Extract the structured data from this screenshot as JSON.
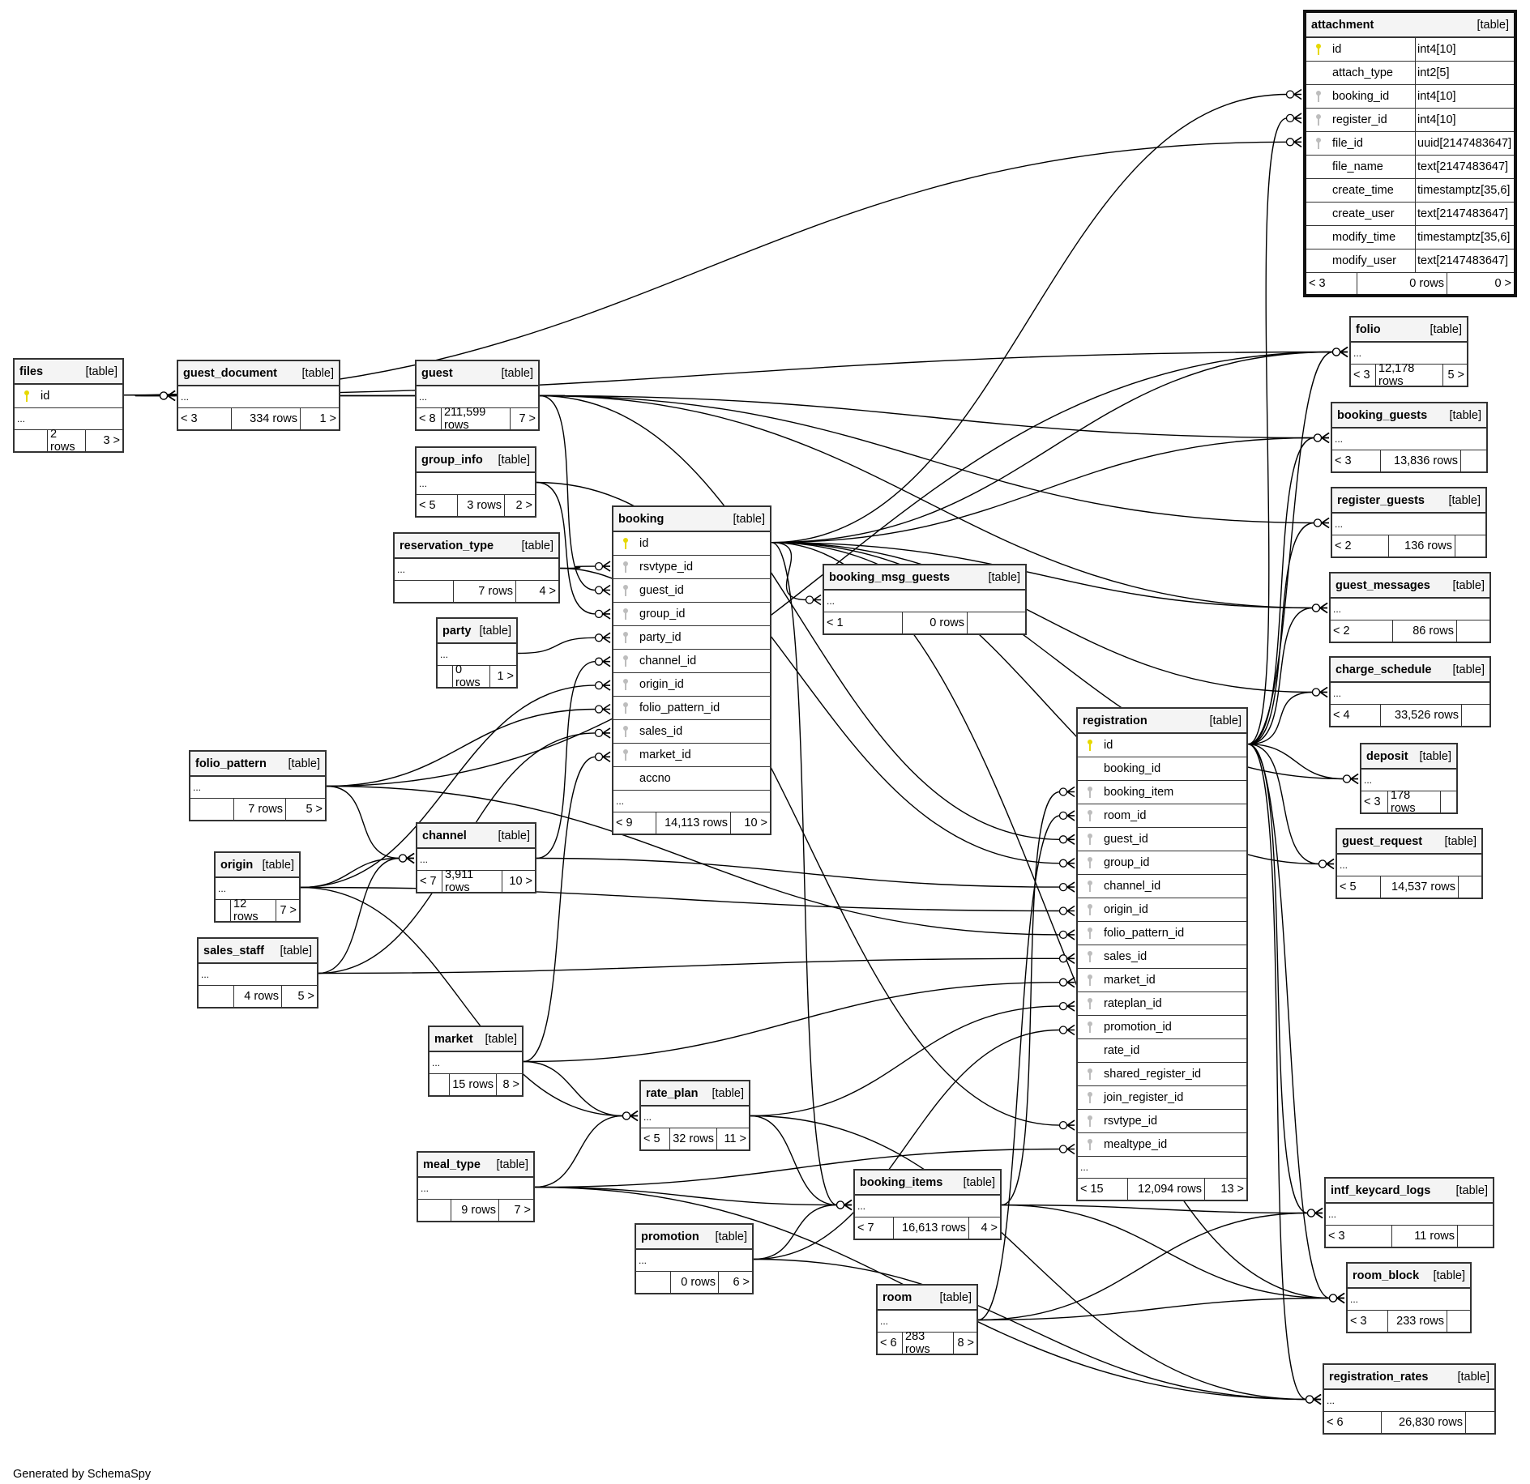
{
  "title": "SchemaSpy relationships diagram",
  "generated_by": "Generated by SchemaSpy",
  "table_tag": "[table]",
  "colors": {
    "primary_key": "#e6d800",
    "foreign_key": "#bdbdbd",
    "header_bg": "#f4f4f4",
    "border": "#333333"
  },
  "tables": {
    "attachment": {
      "name": "attachment",
      "columns": [
        {
          "name": "id",
          "type": "int4[10]",
          "key": "pk"
        },
        {
          "name": "attach_type",
          "type": "int2[5]",
          "key": ""
        },
        {
          "name": "booking_id",
          "type": "int4[10]",
          "key": "fk"
        },
        {
          "name": "register_id",
          "type": "int4[10]",
          "key": "fk"
        },
        {
          "name": "file_id",
          "type": "uuid[2147483647]",
          "key": "fk"
        },
        {
          "name": "file_name",
          "type": "text[2147483647]",
          "key": ""
        },
        {
          "name": "create_time",
          "type": "timestamptz[35,6]",
          "key": ""
        },
        {
          "name": "create_user",
          "type": "text[2147483647]",
          "key": ""
        },
        {
          "name": "modify_time",
          "type": "timestamptz[35,6]",
          "key": ""
        },
        {
          "name": "modify_user",
          "type": "text[2147483647]",
          "key": ""
        }
      ],
      "parents": "< 3",
      "rows": "0 rows",
      "children": "0 >"
    },
    "files": {
      "name": "files",
      "columns": [
        {
          "name": "id",
          "key": "pk"
        }
      ],
      "more": "...",
      "parents": "",
      "rows": "2 rows",
      "children": "3 >"
    },
    "guest_document": {
      "name": "guest_document",
      "more": "...",
      "parents": "< 3",
      "rows": "334 rows",
      "children": "1 >"
    },
    "guest": {
      "name": "guest",
      "more": "...",
      "parents": "< 8",
      "rows": "211,599 rows",
      "children": "7 >"
    },
    "group_info": {
      "name": "group_info",
      "more": "...",
      "parents": "< 5",
      "rows": "3 rows",
      "children": "2 >"
    },
    "reservation_type": {
      "name": "reservation_type",
      "more": "...",
      "parents": "",
      "rows": "7 rows",
      "children": "4 >"
    },
    "party": {
      "name": "party",
      "more": "...",
      "parents": "",
      "rows": "0 rows",
      "children": "1 >"
    },
    "booking": {
      "name": "booking",
      "columns": [
        {
          "name": "id",
          "key": "pk"
        },
        {
          "name": "rsvtype_id",
          "key": "fk"
        },
        {
          "name": "guest_id",
          "key": "fk"
        },
        {
          "name": "group_id",
          "key": "fk"
        },
        {
          "name": "party_id",
          "key": "fk"
        },
        {
          "name": "channel_id",
          "key": "fk"
        },
        {
          "name": "origin_id",
          "key": "fk"
        },
        {
          "name": "folio_pattern_id",
          "key": "fk"
        },
        {
          "name": "sales_id",
          "key": "fk"
        },
        {
          "name": "market_id",
          "key": "fk"
        },
        {
          "name": "accno",
          "key": ""
        }
      ],
      "more": "...",
      "parents": "< 9",
      "rows": "14,113 rows",
      "children": "10 >"
    },
    "booking_msg_guests": {
      "name": "booking_msg_guests",
      "more": "...",
      "parents": "< 1",
      "rows": "0 rows",
      "children": ""
    },
    "folio_pattern": {
      "name": "folio_pattern",
      "more": "...",
      "parents": "",
      "rows": "7 rows",
      "children": "5 >"
    },
    "origin": {
      "name": "origin",
      "more": "...",
      "parents": "",
      "rows": "12 rows",
      "children": "7 >"
    },
    "channel": {
      "name": "channel",
      "more": "...",
      "parents": "< 7",
      "rows": "3,911 rows",
      "children": "10 >"
    },
    "sales_staff": {
      "name": "sales_staff",
      "more": "...",
      "parents": "",
      "rows": "4 rows",
      "children": "5 >"
    },
    "market": {
      "name": "market",
      "more": "...",
      "parents": "",
      "rows": "15 rows",
      "children": "8 >"
    },
    "rate_plan": {
      "name": "rate_plan",
      "more": "...",
      "parents": "< 5",
      "rows": "32 rows",
      "children": "11 >"
    },
    "meal_type": {
      "name": "meal_type",
      "more": "...",
      "parents": "",
      "rows": "9 rows",
      "children": "7 >"
    },
    "promotion": {
      "name": "promotion",
      "more": "...",
      "parents": "",
      "rows": "0 rows",
      "children": "6 >"
    },
    "booking_items": {
      "name": "booking_items",
      "more": "...",
      "parents": "< 7",
      "rows": "16,613 rows",
      "children": "4 >"
    },
    "room": {
      "name": "room",
      "more": "...",
      "parents": "< 6",
      "rows": "283 rows",
      "children": "8 >"
    },
    "registration": {
      "name": "registration",
      "columns": [
        {
          "name": "id",
          "key": "pk"
        },
        {
          "name": "booking_id",
          "key": ""
        },
        {
          "name": "booking_item",
          "key": "fk"
        },
        {
          "name": "room_id",
          "key": "fk"
        },
        {
          "name": "guest_id",
          "key": "fk"
        },
        {
          "name": "group_id",
          "key": "fk"
        },
        {
          "name": "channel_id",
          "key": "fk"
        },
        {
          "name": "origin_id",
          "key": "fk"
        },
        {
          "name": "folio_pattern_id",
          "key": "fk"
        },
        {
          "name": "sales_id",
          "key": "fk"
        },
        {
          "name": "market_id",
          "key": "fk"
        },
        {
          "name": "rateplan_id",
          "key": "fk"
        },
        {
          "name": "promotion_id",
          "key": "fk"
        },
        {
          "name": "rate_id",
          "key": ""
        },
        {
          "name": "shared_register_id",
          "key": "fk"
        },
        {
          "name": "join_register_id",
          "key": "fk"
        },
        {
          "name": "rsvtype_id",
          "key": "fk"
        },
        {
          "name": "mealtype_id",
          "key": "fk"
        }
      ],
      "more": "...",
      "parents": "< 15",
      "rows": "12,094 rows",
      "children": "13 >"
    },
    "folio": {
      "name": "folio",
      "more": "...",
      "parents": "< 3",
      "rows": "12,178 rows",
      "children": "5 >"
    },
    "booking_guests": {
      "name": "booking_guests",
      "more": "...",
      "parents": "< 3",
      "rows": "13,836 rows",
      "children": ""
    },
    "register_guests": {
      "name": "register_guests",
      "more": "...",
      "parents": "< 2",
      "rows": "136 rows",
      "children": ""
    },
    "guest_messages": {
      "name": "guest_messages",
      "more": "...",
      "parents": "< 2",
      "rows": "86 rows",
      "children": ""
    },
    "charge_schedule": {
      "name": "charge_schedule",
      "more": "...",
      "parents": "< 4",
      "rows": "33,526 rows",
      "children": ""
    },
    "deposit": {
      "name": "deposit",
      "more": "...",
      "parents": "< 3",
      "rows": "178 rows",
      "children": ""
    },
    "guest_request": {
      "name": "guest_request",
      "more": "...",
      "parents": "< 5",
      "rows": "14,537 rows",
      "children": ""
    },
    "intf_keycard_logs": {
      "name": "intf_keycard_logs",
      "more": "...",
      "parents": "< 3",
      "rows": "11 rows",
      "children": ""
    },
    "room_block": {
      "name": "room_block",
      "more": "...",
      "parents": "< 3",
      "rows": "233 rows",
      "children": ""
    },
    "registration_rates": {
      "name": "registration_rates",
      "more": "...",
      "parents": "< 6",
      "rows": "26,830 rows",
      "children": ""
    }
  },
  "relationships": [
    {
      "from": "files.id",
      "to": "attachment.file_id"
    },
    {
      "from": "files.id",
      "to": "guest_document"
    },
    {
      "from": "files.id",
      "to": "folio"
    },
    {
      "from": "guest",
      "to": "guest_document"
    },
    {
      "from": "guest",
      "to": "booking.guest_id"
    },
    {
      "from": "guest",
      "to": "registration.guest_id"
    },
    {
      "from": "guest",
      "to": "booking_guests"
    },
    {
      "from": "guest",
      "to": "register_guests"
    },
    {
      "from": "guest",
      "to": "guest_messages"
    },
    {
      "from": "guest",
      "to": "guest_document"
    },
    {
      "from": "group_info",
      "to": "booking.group_id"
    },
    {
      "from": "group_info",
      "to": "registration.group_id"
    },
    {
      "from": "reservation_type",
      "to": "booking.rsvtype_id"
    },
    {
      "from": "reservation_type",
      "to": "registration.rsvtype_id"
    },
    {
      "from": "party",
      "to": "booking.party_id"
    },
    {
      "from": "booking.id",
      "to": "attachment.booking_id"
    },
    {
      "from": "booking.id",
      "to": "folio"
    },
    {
      "from": "booking.id",
      "to": "booking_guests"
    },
    {
      "from": "booking.id",
      "to": "booking_msg_guests"
    },
    {
      "from": "booking.id",
      "to": "guest_messages"
    },
    {
      "from": "booking.id",
      "to": "charge_schedule"
    },
    {
      "from": "booking.id",
      "to": "deposit"
    },
    {
      "from": "booking.id",
      "to": "booking_items"
    },
    {
      "from": "booking.id",
      "to": "guest_request"
    },
    {
      "from": "booking.id",
      "to": "room_block"
    },
    {
      "from": "folio_pattern",
      "to": "booking.folio_pattern_id"
    },
    {
      "from": "folio_pattern",
      "to": "registration.folio_pattern_id"
    },
    {
      "from": "folio_pattern",
      "to": "channel"
    },
    {
      "from": "folio_pattern",
      "to": "folio"
    },
    {
      "from": "origin",
      "to": "booking.origin_id"
    },
    {
      "from": "origin",
      "to": "registration.origin_id"
    },
    {
      "from": "origin",
      "to": "channel"
    },
    {
      "from": "origin",
      "to": "rate_plan"
    },
    {
      "from": "channel",
      "to": "booking.channel_id"
    },
    {
      "from": "channel",
      "to": "registration.channel_id"
    },
    {
      "from": "sales_staff",
      "to": "booking.sales_id"
    },
    {
      "from": "sales_staff",
      "to": "registration.sales_id"
    },
    {
      "from": "sales_staff",
      "to": "channel"
    },
    {
      "from": "market",
      "to": "booking.market_id"
    },
    {
      "from": "market",
      "to": "registration.market_id"
    },
    {
      "from": "market",
      "to": "rate_plan"
    },
    {
      "from": "rate_plan",
      "to": "registration.rateplan_id"
    },
    {
      "from": "rate_plan",
      "to": "booking_items"
    },
    {
      "from": "rate_plan",
      "to": "registration_rates"
    },
    {
      "from": "meal_type",
      "to": "registration.mealtype_id"
    },
    {
      "from": "meal_type",
      "to": "rate_plan"
    },
    {
      "from": "meal_type",
      "to": "booking_items"
    },
    {
      "from": "meal_type",
      "to": "registration_rates"
    },
    {
      "from": "promotion",
      "to": "registration.promotion_id"
    },
    {
      "from": "promotion",
      "to": "booking_items"
    },
    {
      "from": "promotion",
      "to": "registration_rates"
    },
    {
      "from": "booking_items",
      "to": "registration.booking_item"
    },
    {
      "from": "booking_items",
      "to": "intf_keycard_logs"
    },
    {
      "from": "booking_items",
      "to": "room_block"
    },
    {
      "from": "room",
      "to": "registration.room_id"
    },
    {
      "from": "room",
      "to": "intf_keycard_logs"
    },
    {
      "from": "room",
      "to": "room_block"
    },
    {
      "from": "registration.id",
      "to": "attachment.register_id"
    },
    {
      "from": "registration.id",
      "to": "folio"
    },
    {
      "from": "registration.id",
      "to": "booking_guests"
    },
    {
      "from": "registration.id",
      "to": "register_guests"
    },
    {
      "from": "registration.id",
      "to": "guest_messages"
    },
    {
      "from": "registration.id",
      "to": "charge_schedule"
    },
    {
      "from": "registration.id",
      "to": "deposit"
    },
    {
      "from": "registration.id",
      "to": "guest_request"
    },
    {
      "from": "registration.id",
      "to": "intf_keycard_logs"
    },
    {
      "from": "registration.id",
      "to": "room_block"
    },
    {
      "from": "registration.id",
      "to": "registration_rates"
    }
  ]
}
